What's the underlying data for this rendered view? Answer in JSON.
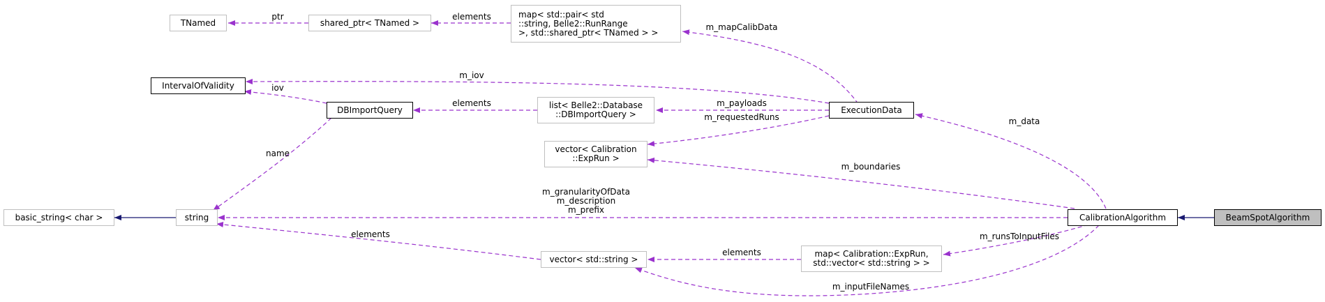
{
  "nodes": {
    "tnamed": "TNamed",
    "shared_ptr": "shared_ptr< TNamed >",
    "map_calib": [
      "map< std::pair< std",
      "::string, Belle2::RunRange",
      " >, std::shared_ptr< TNamed > >"
    ],
    "interval": "IntervalOfValidity",
    "dbimport": "DBImportQuery",
    "list_db": [
      "list< Belle2::Database",
      "::DBImportQuery >"
    ],
    "execdata": "ExecutionData",
    "vector_exprun": [
      "vector< Calibration",
      "::ExpRun >"
    ],
    "basic_string": "basic_string< char >",
    "string": "string",
    "calib_alg": "CalibrationAlgorithm",
    "beamspot": "BeamSpotAlgorithm",
    "vector_string": "vector< std::string >",
    "map_exprun": [
      "map< Calibration::ExpRun,",
      "std::vector< std::string > >"
    ]
  },
  "edge_labels": {
    "ptr": "ptr",
    "elements_shared": "elements",
    "m_mapCalibData": "m_mapCalibData",
    "m_iov": "m_iov",
    "iov": "iov",
    "elements_list": "elements",
    "m_payloads": "m_payloads",
    "m_requestedRuns": "m_requestedRuns",
    "m_data": "m_data",
    "name": "name",
    "m_boundaries": "m_boundaries",
    "m_string_members": [
      "m_granularityOfData",
      "m_description",
      "m_prefix"
    ],
    "elements_vecstr": "elements",
    "m_runsToInputFiles": "m_runsToInputFiles",
    "elements_map": "elements",
    "m_inputFileNames": "m_inputFileNames"
  },
  "colors": {
    "usage_edge": "#9a32cd",
    "inheritance_edge": "#191970",
    "gray_border": "#bfbfbf",
    "focus_fill": "#bfbfbf"
  }
}
